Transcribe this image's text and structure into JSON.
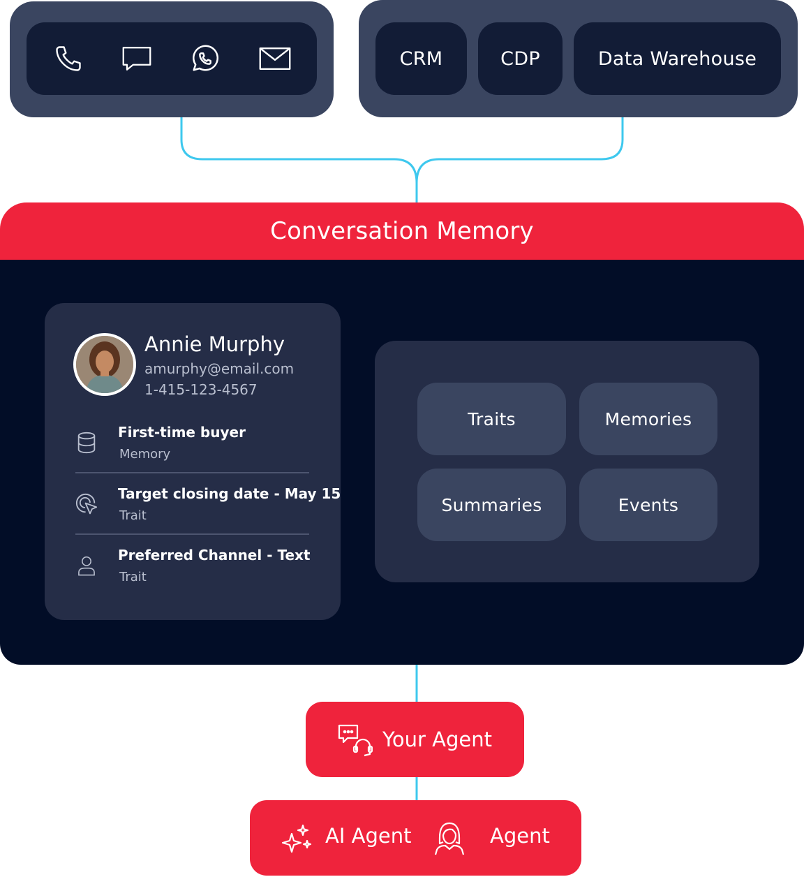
{
  "channels": {
    "icons": [
      "phone-icon",
      "chat-icon",
      "whatsapp-icon",
      "mail-icon"
    ]
  },
  "sources": {
    "items": [
      "CRM",
      "CDP",
      "Data Warehouse"
    ]
  },
  "memory": {
    "title": "Conversation Memory",
    "profile": {
      "name": "Annie Murphy",
      "email": "amurphy@email.com",
      "phone": "1-415-123-4567",
      "items": [
        {
          "title": "First-time buyer",
          "type": "Memory",
          "icon": "database-icon"
        },
        {
          "title": "Target closing date - May 15",
          "type": "Trait",
          "icon": "target-cursor-icon"
        },
        {
          "title": "Preferred Channel - Text",
          "type": "Trait",
          "icon": "user-icon"
        }
      ]
    },
    "categories": [
      "Traits",
      "Memories",
      "Summaries",
      "Events"
    ]
  },
  "agents": {
    "your_agent": "Your Agent",
    "ai_agent": "AI Agent",
    "human_agent": "Agent"
  },
  "colors": {
    "brand_red": "#ef233c",
    "connector": "#3ec8ee",
    "navy": "#020d27",
    "panel": "#252d47",
    "chip": "#3a4560"
  }
}
